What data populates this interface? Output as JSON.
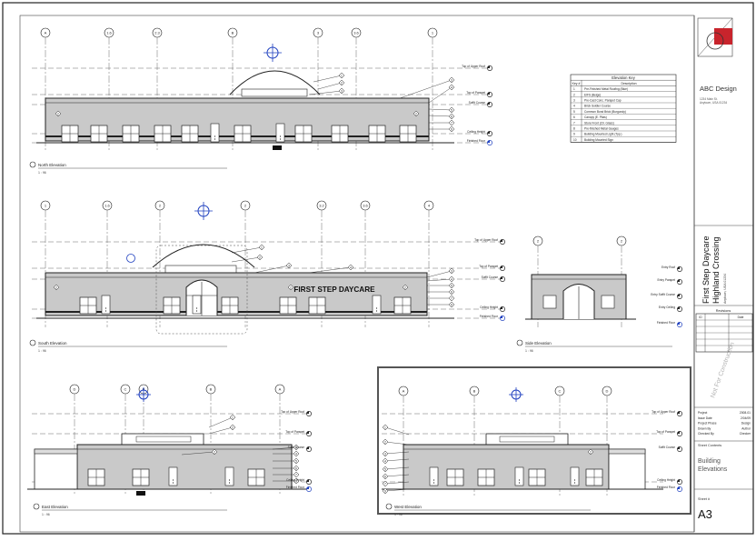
{
  "company": {
    "name": "ABC Design",
    "address_1": "1234 Main St.",
    "address_2": "Anytown, USA 01234"
  },
  "project": {
    "name": "First Step Daycare",
    "location": "Highland Crossing",
    "address": "Anytown, USA 01234"
  },
  "watermark": "Not For Construction",
  "signage": "FIRST STEP DAYCARE",
  "elevation_titles": [
    "North Elevation",
    "South Elevation",
    "Side Elevation",
    "East Elevation",
    "West Elevation"
  ],
  "scale_note": "1 : 96",
  "grid_labels": {
    "north": [
      "A",
      "1.6",
      "2.3",
      "B",
      "3",
      "3.6",
      "1"
    ],
    "south": [
      "1",
      "1.6",
      "2",
      "2",
      "3.2",
      "3.6",
      "4"
    ],
    "side": [
      "2",
      "2"
    ],
    "east": [
      "D",
      "C",
      "B",
      "B",
      "A"
    ],
    "west": [
      "A",
      "B",
      "C",
      "D"
    ]
  },
  "keynote_marks": [
    "1",
    "2",
    "3",
    "4",
    "5",
    "6",
    "7",
    "8",
    "9",
    "10"
  ],
  "levels": {
    "top_of_upper_roof": "Top of Upper Roof",
    "top_of_parapet": "Top of Parapet",
    "soffit_course": "Soffit Course",
    "ceiling_height": "Ceiling Height",
    "finished_floor": "Finished Floor",
    "entry_roof": "Entry Roof",
    "entry_parapet": "Entry Parapet",
    "entry_soffit_course": "Entry Soffit Course",
    "entry_ceiling": "Entry Ceiling"
  },
  "elevation_key": {
    "title": "Elevation Key",
    "headers": [
      "Key #",
      "Description"
    ],
    "rows": [
      [
        "1",
        "Pre-Finished Metal Roofing (Blue)"
      ],
      [
        "2",
        "EIFS (Beige)"
      ],
      [
        "3",
        "Pre-Cast Conc. Parapet Cap"
      ],
      [
        "4",
        "Brick Soldier Course"
      ],
      [
        "5",
        "Common Bond Brick (Burgundy)"
      ],
      [
        "6",
        "Canopy (E. Pilas)"
      ],
      [
        "7",
        "Store Front (Clr. Glass)"
      ],
      [
        "8",
        "Pre-finished Metal Gauges"
      ],
      [
        "9",
        "Building Mounted Light (Typ.)"
      ],
      [
        "10",
        "Building Mounted Sign"
      ]
    ]
  },
  "revisions": {
    "title": "Revisions",
    "headers": [
      "ID",
      "Date"
    ]
  },
  "project_info": [
    {
      "label": "Project",
      "value": "2008-01"
    },
    {
      "label": "Issue Date",
      "value": "2/04/09"
    },
    {
      "label": "Project Phase",
      "value": "Design"
    },
    {
      "label": "Drawn By",
      "value": "Author"
    },
    {
      "label": "Checked By",
      "value": "Checker"
    }
  ],
  "sheet_contents_label": "Sheet Contents",
  "sheet_contents": "Building Elevations",
  "sheet_label": "Sheet #",
  "sheet_number": "A3",
  "colors": {
    "line": "#1a1a1a",
    "wall_fill": "#c9c9c9",
    "accent": "#1e3fbf",
    "logo_red": "#c8242c",
    "highlight_frame": "#555555"
  }
}
